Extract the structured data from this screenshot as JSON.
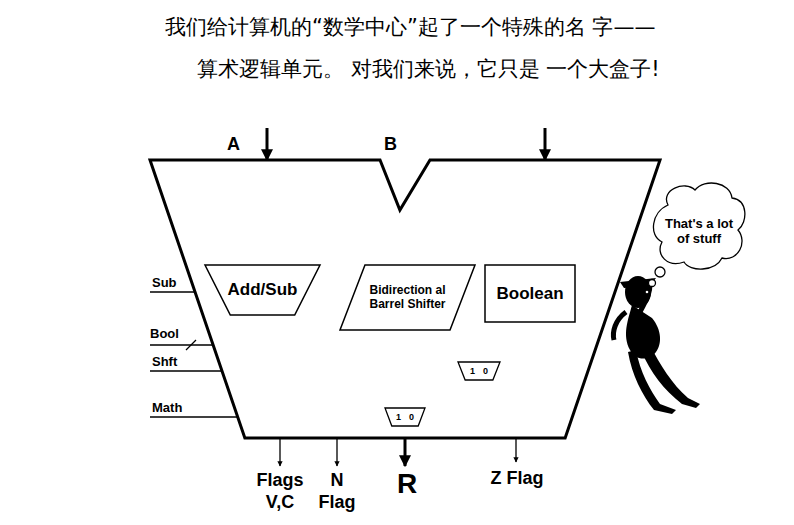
{
  "diagram": {
    "title": "我们给计算机的“数学中心”起了一个特殊的名 字——算术逻辑单元。 对我们来说，它只是 一个大盒子!",
    "nodes": [
      {
        "text": [
          "A",
          "B"
        ]
      },
      {
        "text": [
          "Add/Sub"
        ],
        "in": 0
      },
      {
        "text": [
          "Bidirection al Barrel Shifter"
        ],
        "in": 0
      },
      {
        "text": [
          "Boolean"
        ],
        "in": 0
      },
      {
        "text": [
          "1",
          "0"
        ],
        "in": 0
      },
      {
        "text": [
          "1",
          "0"
        ],
        "in": 0
      },
      {
        "text": [
          "That's a lot of stuff"
        ]
      }
    ],
    "edges": [
      {
        "from": 1,
        "to": 5,
        "arrow": "none"
      },
      {
        "from": 2,
        "to": 4,
        "arrow": "none"
      },
      {
        "from": 3,
        "to": 4,
        "arrow": "none"
      },
      {
        "from": 4,
        "to": 5,
        "arrow": "none"
      }
    ],
    "labels": [
      "Sub",
      "Bool",
      "Shft",
      "Math",
      "Flags V,C",
      "N Flag",
      "R",
      "Z Flag"
    ]
  }
}
